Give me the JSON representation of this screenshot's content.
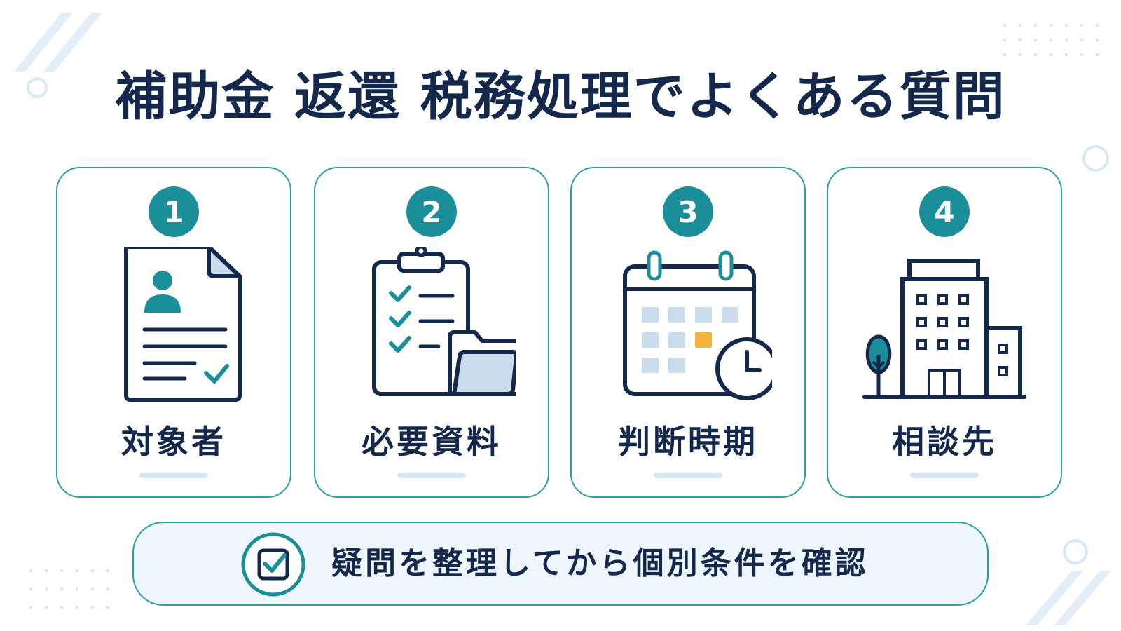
{
  "title": "補助金 返還 税務処理でよくある質問",
  "cards": [
    {
      "number": "1",
      "label": "対象者",
      "icon": "document-person-icon"
    },
    {
      "number": "2",
      "label": "必要資料",
      "icon": "clipboard-folder-icon"
    },
    {
      "number": "3",
      "label": "判断時期",
      "icon": "calendar-clock-icon"
    },
    {
      "number": "4",
      "label": "相談先",
      "icon": "office-building-icon"
    }
  ],
  "banner": {
    "text": "疑問を整理してから個別条件を確認",
    "icon": "checkbox-icon"
  },
  "colors": {
    "navy": "#14284b",
    "teal": "#1b8f99",
    "border": "#2b9fa8",
    "light_blue": "#c9ddec",
    "accent_yellow": "#f2b43c",
    "banner_bg": "#eef5fb"
  }
}
